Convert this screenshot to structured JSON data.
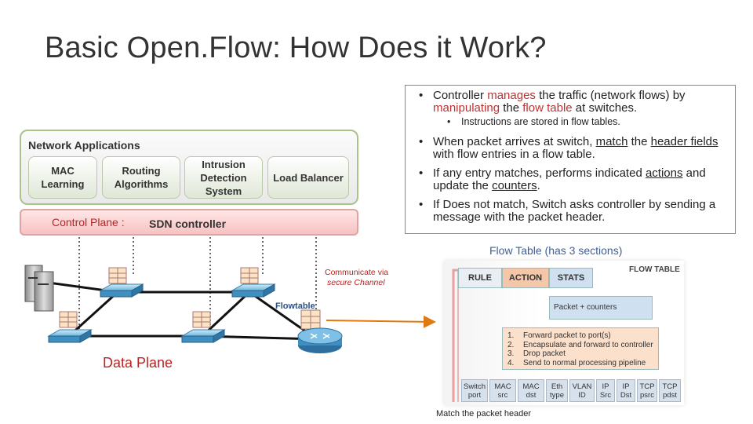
{
  "title": "Basic Open.Flow: How Does it Work?",
  "bullets": {
    "b1_a": "Controller ",
    "b1_b": "manages",
    "b1_c": " the traffic (network flows) by ",
    "b1_d": "manipulating",
    "b1_e": " the ",
    "b1_f": "flow table",
    "b1_g": " at switches.",
    "sub": "Instructions are stored in flow tables.",
    "b2_a": "When packet arrives at switch, ",
    "b2_b": "match",
    "b2_c": " the ",
    "b2_d": "header fields",
    "b2_e": " with flow entries in a flow table.",
    "b3_a": "If any entry matches, performs indicated ",
    "b3_b": "actions",
    "b3_c": " and update the ",
    "b3_d": "counters",
    "b3_e": ".",
    "b4": "If Does not match, Switch asks controller by sending a message with the packet header."
  },
  "apps": {
    "title": "Network Applications",
    "items": [
      "MAC Learning",
      "Routing Algorithms",
      "Intrusion Detection System",
      "Load Balancer"
    ]
  },
  "control": {
    "label": "Control Plane : ",
    "controller": "SDN controller"
  },
  "network": {
    "comm_line1": "Communicate via",
    "comm_line2": "secure Channel",
    "flowtable_label": "Flowtable",
    "data_plane": "Data Plane"
  },
  "flow_table": {
    "caption": "Flow Table (has 3 sections)",
    "heading": "FLOW TABLE",
    "col_rule": "RULE",
    "col_action": "ACTION",
    "col_stats": "STATS",
    "stats_text": "Packet + counters",
    "actions": [
      {
        "n": "1.",
        "t": "Forward packet to port(s)"
      },
      {
        "n": "2.",
        "t": "Encapsulate and forward to controller"
      },
      {
        "n": "3.",
        "t": "Drop packet"
      },
      {
        "n": "4.",
        "t": "Send to normal processing pipeline"
      }
    ],
    "fields": [
      {
        "a": "Switch",
        "b": "port"
      },
      {
        "a": "MAC",
        "b": "src"
      },
      {
        "a": "MAC",
        "b": "dst"
      },
      {
        "a": "Eth",
        "b": "type"
      },
      {
        "a": "VLAN",
        "b": "ID"
      },
      {
        "a": "IP",
        "b": "Src"
      },
      {
        "a": "IP",
        "b": "Dst"
      },
      {
        "a": "TCP",
        "b": "psrc"
      },
      {
        "a": "TCP",
        "b": "pdst"
      }
    ],
    "match_caption": "Match the packet header"
  },
  "colors": {
    "accent_red": "#b33333",
    "blue": "#3a5f9a",
    "orange": "#e07a10"
  }
}
